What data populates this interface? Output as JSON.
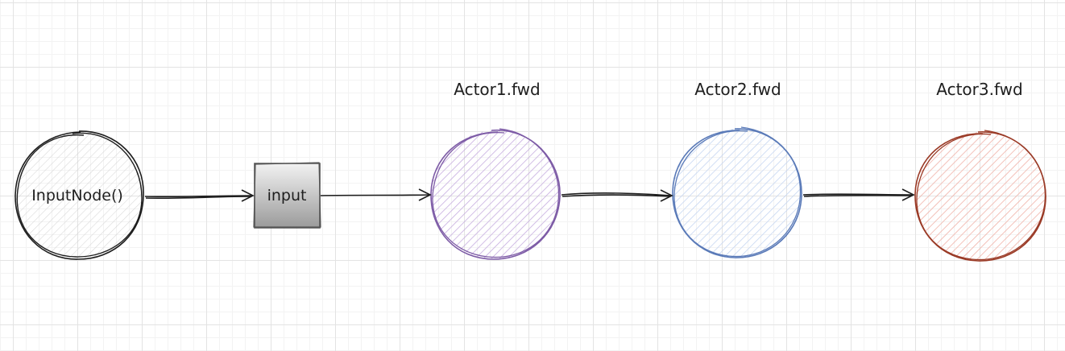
{
  "nodes": {
    "input_node": {
      "label": "InputNode()",
      "stroke": "#1e1e1e",
      "fill": "#e9ecef"
    },
    "input_box": {
      "label": "input",
      "stroke": "#555555",
      "fill_top": "#f2f2f2",
      "fill_bottom": "#9a9a9a"
    },
    "actor1": {
      "label": "Actor1.fwd",
      "stroke": "#7d5ba6",
      "fill": "#d7c6ea"
    },
    "actor2": {
      "label": "Actor2.fwd",
      "stroke": "#5a7ab8",
      "fill": "#dbe6f8"
    },
    "actor3": {
      "label": "Actor3.fwd",
      "stroke": "#9a3a26",
      "fill": "#f4c9c2"
    }
  },
  "edges": [
    {
      "from": "InputNode()",
      "to": "input"
    },
    {
      "from": "input",
      "to": "Actor1.fwd"
    },
    {
      "from": "Actor1.fwd",
      "to": "Actor2.fwd"
    },
    {
      "from": "Actor2.fwd",
      "to": "Actor3.fwd"
    }
  ]
}
